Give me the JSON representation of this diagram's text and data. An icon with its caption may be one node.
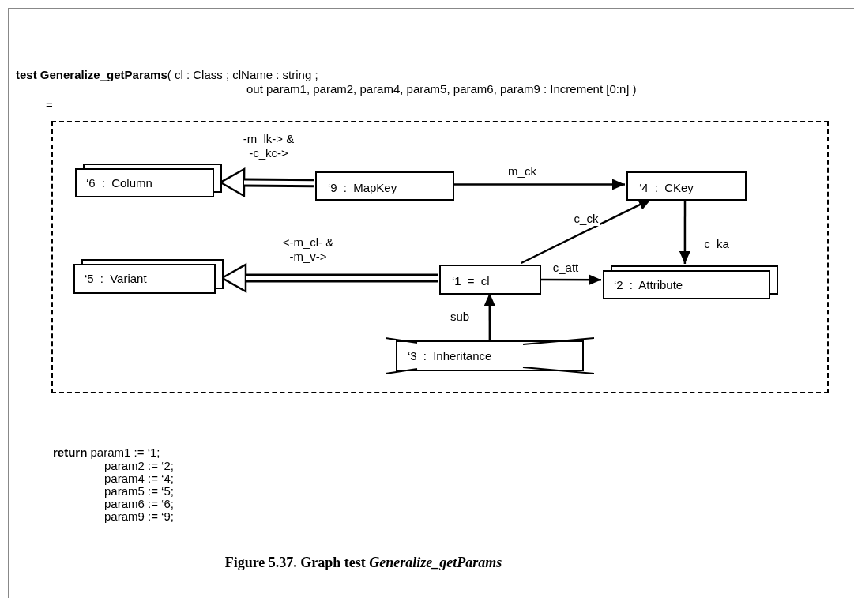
{
  "diagram": {
    "caption": "Figure 5.37.  Graph test *Generalize_getParams*",
    "nodes": [
      {
        "text": [],
        "shape": "box"
      },
      {
        "text": [
          "‘6 : Column"
        ],
        "in": 0
      },
      {
        "text": [
          "‘9 : MapKey"
        ],
        "in": 0
      },
      {
        "text": [
          "‘4 : CKey"
        ],
        "in": 0
      },
      {
        "text": [
          "‘5 : Variant"
        ],
        "in": 0
      },
      {
        "text": [
          "‘1 = cl"
        ],
        "in": 0
      },
      {
        "text": [
          "‘2 : Attribute"
        ],
        "in": 0
      },
      {
        "text": [
          "‘3 : Inheritance"
        ],
        "in": 0
      }
    ],
    "edges": [
      {
        "from": 2,
        "to": 1,
        "arrow": "to",
        "label": "-m_lk-> & -c_kc->",
        "style": "thick"
      },
      {
        "from": 2,
        "to": 3,
        "arrow": "to",
        "label": "m_ck"
      },
      {
        "from": 5,
        "to": 3,
        "arrow": "to",
        "label": "c_ck"
      },
      {
        "from": 3,
        "to": 6,
        "arrow": "to",
        "label": "c_ka"
      },
      {
        "from": 5,
        "to": 4,
        "arrow": "to",
        "label": "<-m_cl- & -m_v->",
        "style": "thick"
      },
      {
        "from": 5,
        "to": 6,
        "arrow": "to",
        "label": "c_att"
      },
      {
        "from": 7,
        "to": 5,
        "arrow": "to",
        "label": "sub"
      }
    ],
    "labels": [
      "**test Generalize_getParams**( cl : Class ; clName : string ;",
      "out param1, param2, param4, param5, param6, param9 : Increment [0:n] )",
      "=",
      "**return** param1 := ‘1;",
      "param2 := ‘2;",
      "param4 := ‘4;",
      "param5 := ‘5;",
      "param6 := ‘6;",
      "param9 := ‘9;"
    ]
  }
}
